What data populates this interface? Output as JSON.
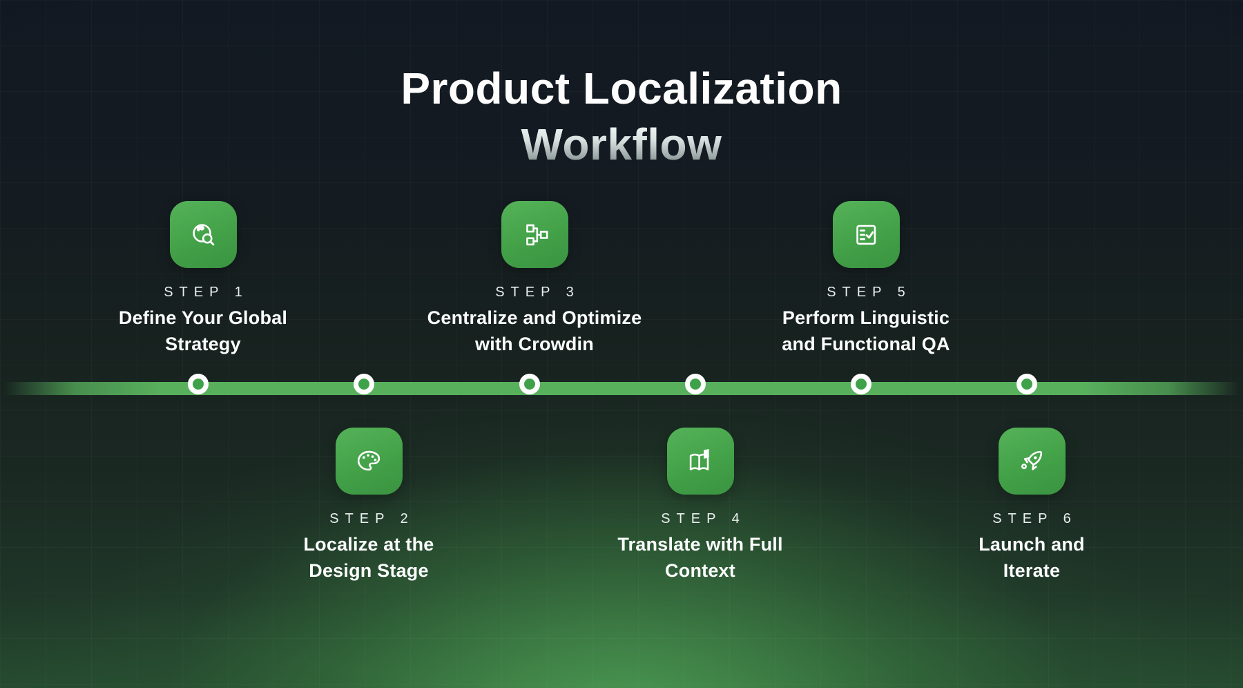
{
  "title": {
    "line1": "Product Localization",
    "line2": "Workflow"
  },
  "timeline": {
    "node_count": 6,
    "line_color": "#58b05d",
    "node_fill_color": "#3fa24a",
    "node_ring_color": "#ffffff"
  },
  "colors": {
    "icon_green": "#43a148",
    "background_top": "#121923",
    "background_glow": "#3d7c45",
    "title_primary": "#fdfdfd",
    "title_gradient_top": "#f7fafa",
    "title_gradient_bottom": "#8e9a9a",
    "step_text": "#fbfdfd"
  },
  "steps": [
    {
      "step_label": "STEP 1",
      "title": "Define Your Global Strategy",
      "title_lines": [
        "Define Your Global",
        "Strategy"
      ],
      "icon": "globe-search-icon",
      "position": "above"
    },
    {
      "step_label": "STEP 2",
      "title": "Localize at the Design Stage",
      "title_lines": [
        "Localize at the",
        "Design Stage"
      ],
      "icon": "palette-icon",
      "position": "below"
    },
    {
      "step_label": "STEP 3",
      "title": "Centralize and Optimize with Crowdin",
      "title_lines": [
        "Centralize and Optimize",
        "with Crowdin"
      ],
      "icon": "sitemap-icon",
      "position": "above"
    },
    {
      "step_label": "STEP 4",
      "title": "Translate with Full Context",
      "title_lines": [
        "Translate with Full",
        "Context"
      ],
      "icon": "open-book-icon",
      "position": "below"
    },
    {
      "step_label": "STEP 5",
      "title": "Perform Linguistic and Functional QA",
      "title_lines": [
        "Perform Linguistic",
        "and Functional QA"
      ],
      "icon": "checklist-icon",
      "position": "above"
    },
    {
      "step_label": "STEP 6",
      "title": "Launch and Iterate",
      "title_lines": [
        "Launch and",
        "Iterate"
      ],
      "icon": "rocket-icon",
      "position": "below"
    }
  ]
}
